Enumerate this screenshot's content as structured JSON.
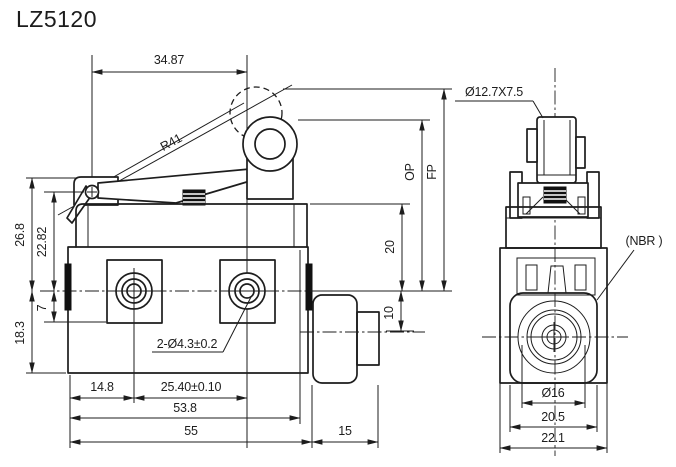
{
  "title": "LZ5120",
  "front_view": {
    "dims": {
      "top_width": "34.87",
      "lever_radius": "R41",
      "op": "OP",
      "fp": "FP",
      "plunger_height": "20",
      "outlet_offset": "10",
      "left_total": "26.8",
      "left_pivot": "22.82",
      "left_step": "7",
      "left_lower": "18.3",
      "mount_holes": "2-Ø4.3±0.2",
      "bottom_left": "14.8",
      "hole_pitch": "25.40±0.10",
      "body_width": "53.8",
      "overall_width": "55",
      "outlet_length": "15"
    }
  },
  "side_view": {
    "dims": {
      "roller_size": "Ø12.7X7.5",
      "seal_material": "(NBR )",
      "outlet_dia": "Ø16",
      "boss_width": "20.5",
      "overall_depth": "22.1"
    }
  },
  "colors": {
    "line": "#1d1d1d",
    "background": "#ffffff"
  }
}
